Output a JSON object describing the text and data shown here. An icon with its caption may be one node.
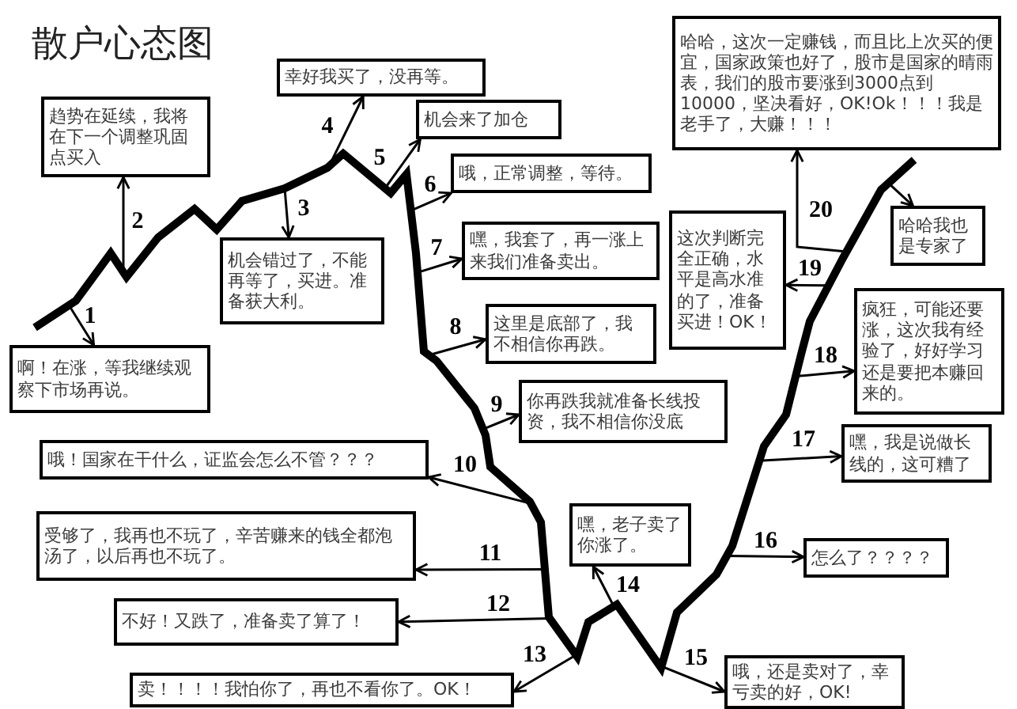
{
  "diagram": {
    "title": "散户心态图",
    "nodes": [
      {
        "text": [
          "啊！在涨，等我继续观察下市场再说。"
        ]
      },
      {
        "text": [
          "趋势在延续，我将在下一个调整巩固点买入"
        ]
      },
      {
        "text": [
          "机会错过了，不能再等了，买进。准备获大利。"
        ]
      },
      {
        "text": [
          "幸好我买了，没再等。"
        ]
      },
      {
        "text": [
          "机会来了加仓"
        ]
      },
      {
        "text": [
          "哦，正常调整，等待。"
        ]
      },
      {
        "text": [
          "嘿，我套了，再一涨上来我们准备卖出。"
        ]
      },
      {
        "text": [
          "这里是底部了，我不相信你再跌。"
        ]
      },
      {
        "text": [
          "你再跌我就准备长线投资，我不相信你没底"
        ]
      },
      {
        "text": [
          "哦！国家在干什么，证监会怎么不管？？？"
        ]
      },
      {
        "text": [
          "受够了，我再也不玩了，辛苦赚来的钱全都泡汤了，以后再也不玩了。"
        ]
      },
      {
        "text": [
          "不好！又跌了，准备卖了算了！"
        ]
      },
      {
        "text": [
          "卖！！！！我怕你了，再也不看你了。OK！"
        ]
      },
      {
        "text": [
          "嘿，老子卖了你涨了。"
        ]
      },
      {
        "text": [
          "哦，还是卖对了，幸亏卖的好，OK!"
        ]
      },
      {
        "text": [
          "怎么了？？？？"
        ]
      },
      {
        "text": [
          "嘿，我是说做长线的，这可糟了"
        ]
      },
      {
        "text": [
          "疯狂，可能还要涨，这次我有经验了，好好学习还是要把本赚回来的。"
        ]
      },
      {
        "text": [
          "这次判断完全正确，水平是高水准的了，准备买进！OK！"
        ]
      },
      {
        "text": [
          "哈哈，这次一定赚钱，而且比上次买的便宜，国家政策也好了，股市是国家的晴雨表，我们的股市要涨到3000点到10000，坚决看好，OK!Ok！！！我是老手了，大赚！！！"
        ]
      },
      {
        "text": [
          "哈哈我也是专家了"
        ]
      }
    ],
    "edges": [
      {
        "from": null,
        "to": 0,
        "arrow": "to",
        "label": "1"
      },
      {
        "from": null,
        "to": 1,
        "arrow": "to",
        "label": "2"
      },
      {
        "from": null,
        "to": 2,
        "arrow": "to",
        "label": "3"
      },
      {
        "from": null,
        "to": 3,
        "arrow": "to",
        "label": "4"
      },
      {
        "from": null,
        "to": 4,
        "arrow": "to",
        "label": "5"
      },
      {
        "from": null,
        "to": 5,
        "arrow": "to",
        "label": "6"
      },
      {
        "from": null,
        "to": 6,
        "arrow": "to",
        "label": "7"
      },
      {
        "from": null,
        "to": 7,
        "arrow": "to",
        "label": "8"
      },
      {
        "from": null,
        "to": 8,
        "arrow": "to",
        "label": "9"
      },
      {
        "from": null,
        "to": 9,
        "arrow": "to",
        "label": "10"
      },
      {
        "from": null,
        "to": 10,
        "arrow": "to",
        "label": "11"
      },
      {
        "from": null,
        "to": 11,
        "arrow": "to",
        "label": "12"
      },
      {
        "from": null,
        "to": 12,
        "arrow": "to",
        "label": "13"
      },
      {
        "from": null,
        "to": 13,
        "arrow": "to",
        "label": "14"
      },
      {
        "from": null,
        "to": 14,
        "arrow": "to",
        "label": "15"
      },
      {
        "from": null,
        "to": 15,
        "arrow": "to",
        "label": "16"
      },
      {
        "from": null,
        "to": 16,
        "arrow": "to",
        "label": "17"
      },
      {
        "from": null,
        "to": 17,
        "arrow": "to",
        "label": "18"
      },
      {
        "from": null,
        "to": 18,
        "arrow": "to",
        "label": "19"
      },
      {
        "from": null,
        "to": 19,
        "arrow": "to",
        "label": "20"
      },
      {
        "from": null,
        "to": 20,
        "arrow": "to"
      }
    ]
  }
}
